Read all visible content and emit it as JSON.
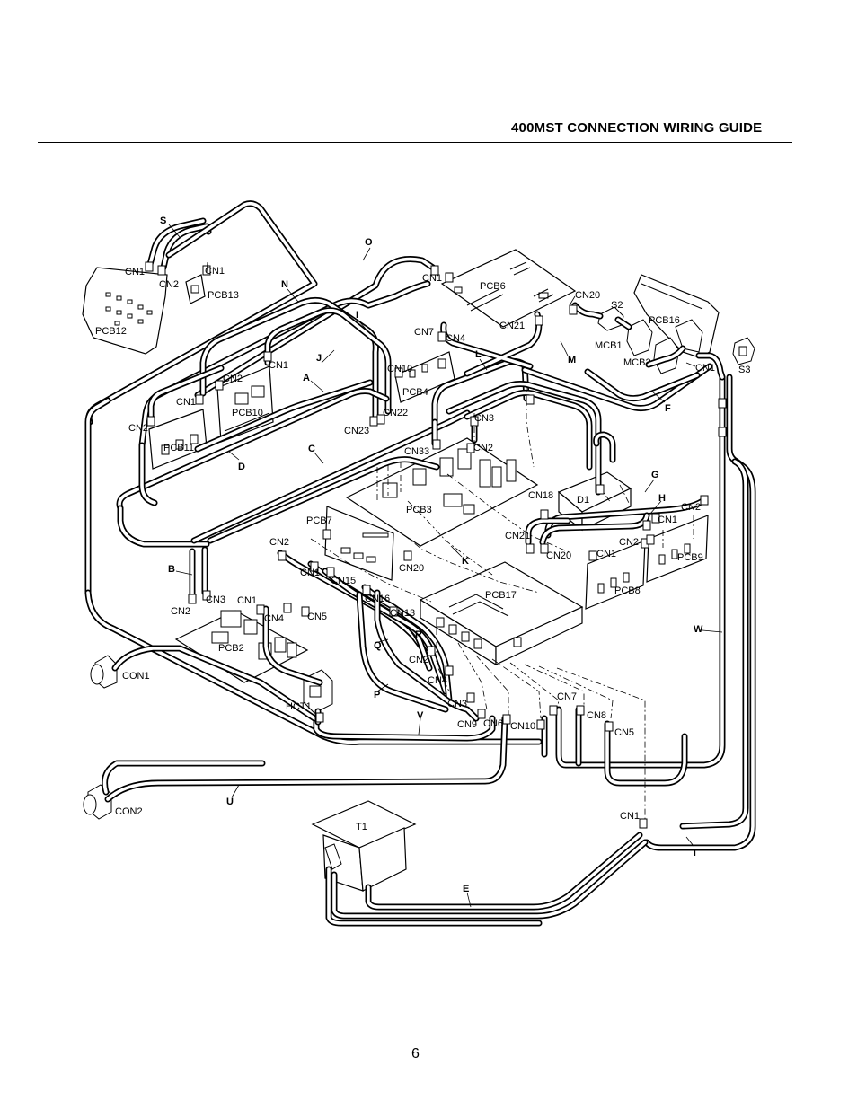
{
  "header": {
    "title": "400MST  CONNECTION WIRING GUIDE"
  },
  "footer": {
    "page_number": "6"
  },
  "wire_labels": [
    "S",
    "O",
    "N",
    "I",
    "J",
    "A",
    "C",
    "D",
    "B",
    "L",
    "M",
    "F",
    "G",
    "H",
    "K",
    "Q",
    "R",
    "P",
    "V",
    "U",
    "E",
    "T",
    "W"
  ],
  "component_labels": [
    "PCB12",
    "PCB13",
    "PCB6",
    "PCB16",
    "S2",
    "MCB1",
    "MCB2",
    "S3",
    "PCB4",
    "PCB10",
    "PCB11",
    "PCB3",
    "D1",
    "PCB7",
    "PCB9",
    "PCB8",
    "PCB17",
    "PCB2",
    "HCT1",
    "CON1",
    "CON2",
    "T1"
  ],
  "connector_labels": {
    "pcb12_cn1": "CN1",
    "pcb12_cn2": "CN2",
    "pcb13_cn1": "CN1",
    "pcb6_cn1": "CN1",
    "pcb6_cn20": "CN20",
    "pcb6_cn21": "CN21",
    "pcb16_cn1": "CN1",
    "pcb4_cn7": "CN7",
    "pcb4_cn4": "CN4",
    "pcb4_cn10": "CN10",
    "pcb4_cn22": "CN22",
    "pcb4_cn23": "CN23",
    "pcb10_cn2": "CN2",
    "pcb10_cn1": "CN1",
    "pcb11_cn1": "CN1",
    "pcb11_cn2": "CN2",
    "pcb3_cn3": "CN3",
    "pcb3_cn33": "CN33",
    "pcb3_cn2": "CN2",
    "pcb3_cn18": "CN18",
    "pcb3_cn21": "CN21",
    "pcb3_cn20": "CN20",
    "pcb9_cn2": "CN2",
    "pcb9_cn1": "CN1",
    "pcb8_cn2": "CN2",
    "pcb8_cn1": "CN1",
    "pcb7_cn2": "CN2",
    "pcb7_cn1": "CN1",
    "pcb7_cn15": "CN15",
    "pcb7_cn16": "CN16",
    "pcb7_cn13": "CN13",
    "pcb7_cn20": "CN20",
    "pcb2_cn2": "CN2",
    "pcb2_cn3": "CN3",
    "pcb2_cn1": "CN1",
    "pcb2_cn4": "CN4",
    "pcb2_cn5": "CN5",
    "pcb17_cn2": "CN2",
    "pcb17_cn4": "CN4",
    "pcb17_cn3": "CN3",
    "pcb17_cn9": "CN9",
    "pcb17_cn6": "CN6",
    "pcb17_cn10": "CN10",
    "pcb17_cn7": "CN7",
    "pcb17_cn8": "CN8",
    "pcb17_cn5": "CN5",
    "t1_cn1": "CN1"
  }
}
